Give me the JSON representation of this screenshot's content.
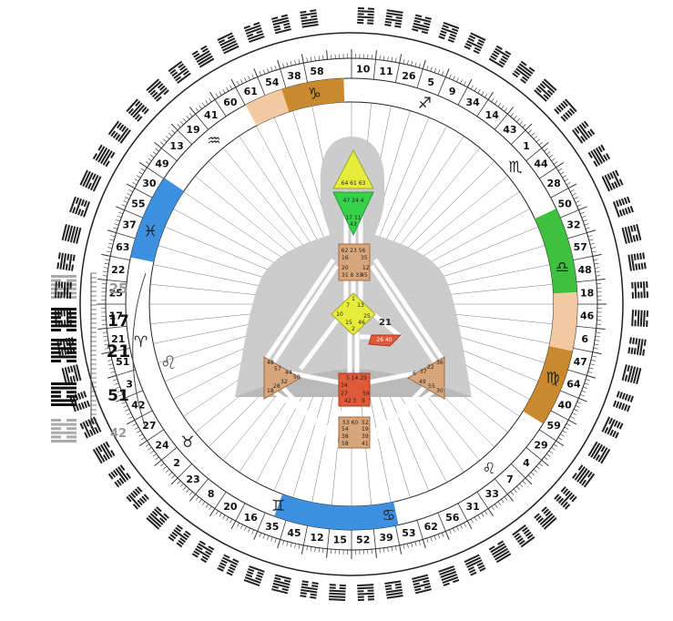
{
  "wheel": {
    "gates": [
      "10",
      "11",
      "26",
      "5",
      "9",
      "34",
      "14",
      "43",
      "1",
      "44",
      "28",
      "50",
      "32",
      "57",
      "48",
      "18",
      "46",
      "6",
      "47",
      "64",
      "40",
      "59",
      "29",
      "4",
      "7",
      "33",
      "31",
      "56",
      "62",
      "53",
      "39",
      "52",
      "15",
      "12",
      "45",
      "35",
      "16",
      "20",
      "8",
      "23",
      "2",
      "24",
      "27",
      "42",
      "3",
      "51",
      "21",
      "17",
      "25",
      "22",
      "63",
      "37",
      "55",
      "30",
      "49",
      "13",
      "19",
      "41",
      "60",
      "61",
      "54",
      "38",
      "58"
    ],
    "zoom_gates": [
      "25",
      "17",
      "21",
      "51",
      "42"
    ],
    "zodiac": [
      {
        "glyph": "♑",
        "name": "capricorn-icon"
      },
      {
        "glyph": "♐",
        "name": "sagittarius-icon"
      },
      {
        "glyph": "♏",
        "name": "scorpio-icon"
      },
      {
        "glyph": "♎",
        "name": "libra-icon"
      },
      {
        "glyph": "♍",
        "name": "virgo-icon"
      },
      {
        "glyph": "♌",
        "name": "leo-icon"
      },
      {
        "glyph": "♋",
        "name": "cancer-icon"
      },
      {
        "glyph": "♊",
        "name": "gemini-icon"
      },
      {
        "glyph": "♉",
        "name": "taurus-icon"
      },
      {
        "glyph": "♈",
        "name": "aries-icon"
      },
      {
        "glyph": "♓",
        "name": "pisces-icon"
      },
      {
        "glyph": "♒",
        "name": "aquarius-icon"
      }
    ],
    "colors": {
      "orange": "#c98a2e",
      "green": "#3ec23e",
      "blue": "#3d8fe0",
      "peach": "#f2c9a0"
    }
  },
  "bodygraph": {
    "head_gates": "64 61 63",
    "ajna_gates": "47 24 4",
    "ajna_gates_2": "17 11",
    "ajna_gates_3": "43",
    "throat_row1": "62 23 56",
    "throat_row2": "16",
    "throat_row2b": "35",
    "throat_row3": "20",
    "throat_row3b": "12",
    "throat_row4": "31 8 33",
    "throat_row4b": "45",
    "g_row1": "1",
    "g_row2": "7",
    "g_row2b": "13",
    "g_row3": "10",
    "g_row3b": "25",
    "g_row4": "15",
    "g_row4b": "46",
    "g_row5": "2",
    "ego_label": "21",
    "ego_gates": "26 40",
    "spleen_row1": "48",
    "spleen_row2": "57",
    "spleen_row2b": "44",
    "spleen_row3": "32",
    "spleen_row3b": "50",
    "spleen_row4": "28",
    "spleen_row5": "18",
    "solar_row1": "36",
    "solar_row2": "22",
    "solar_row3": "6",
    "solar_row3b": "37",
    "solar_row4": "49",
    "solar_row5": "55",
    "solar_row6": "30",
    "sacral_row1": "5 14 29",
    "sacral_row2": "34",
    "sacral_row3": "27",
    "sacral_row3b": "59",
    "sacral_row4": "42 3",
    "sacral_row4b": "9",
    "root_row1": "53 60",
    "root_row1b": "52",
    "root_row2": "54",
    "root_row2b": "19",
    "root_row3": "38",
    "root_row3b": "39",
    "root_row4": "58",
    "root_row4b": "41"
  }
}
